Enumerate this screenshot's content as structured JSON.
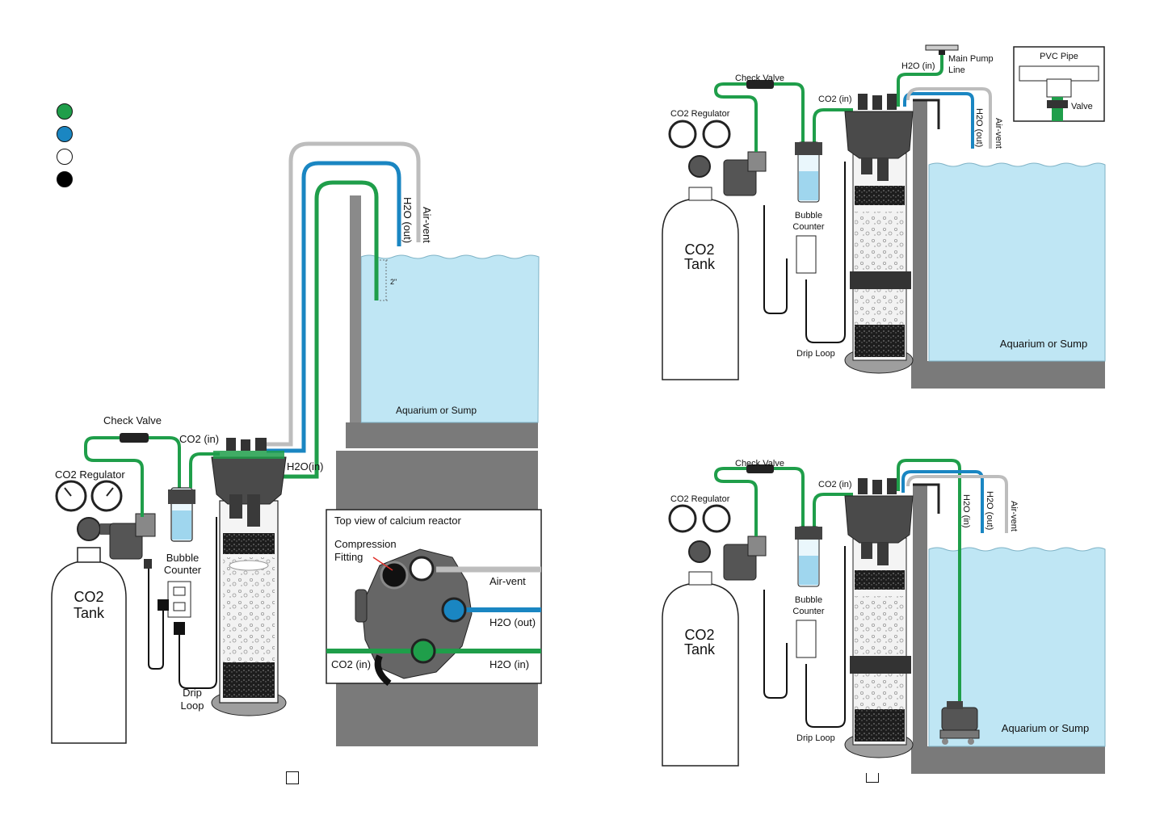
{
  "legend": {
    "colors": [
      "#1f9e4a",
      "#1a86c2",
      "#ffffff",
      "#000000"
    ]
  },
  "colors": {
    "co2_line": "#1f9e4a",
    "water_line": "#1a86c2",
    "airvent_line": "#bdbdbd",
    "drain_black": "#111111",
    "water_fill": "#bfe6f4",
    "stand_gray": "#7a7a7a"
  },
  "panel_left": {
    "check_valve": "Check Valve",
    "co2_in": "CO2 (in)",
    "co2_regulator": "CO2 Regulator",
    "bubble_counter": [
      "Bubble",
      "Counter"
    ],
    "drip_loop": [
      "Drip",
      "Loop"
    ],
    "co2_tank": [
      "CO2",
      "Tank"
    ],
    "h2o_in": "H2O(in)",
    "h2o_out": "H2O (out)",
    "air_vent": "Air-vent",
    "depth_mark": "2\"",
    "aquarium": "Aquarium or Sump",
    "inset": {
      "title": "Top view of calcium reactor",
      "compression_fitting": [
        "Compression",
        "Fitting"
      ],
      "air_vent": "Air-vent",
      "h2o_out": "H2O (out)",
      "co2_in": "CO2 (in)",
      "h2o_in": "H2O (in)"
    }
  },
  "panel_top_right": {
    "check_valve": "Check Valve",
    "co2_regulator": "CO2 Regulator",
    "co2_in": "CO2 (in)",
    "h2o_in": "H2O (in)",
    "main_pump_line": [
      "Main Pump",
      "Line"
    ],
    "h2o_out": "H2O (out)",
    "air_vent": "Air-vent",
    "bubble_counter": [
      "Bubble",
      "Counter"
    ],
    "co2_tank": [
      "CO2",
      "Tank"
    ],
    "drip_loop": "Drip Loop",
    "aquarium": "Aquarium or Sump",
    "pvc_inset": {
      "title": "PVC Pipe",
      "valve": "Valve"
    }
  },
  "panel_bottom_right": {
    "check_valve": "Check Valve",
    "co2_regulator": "CO2 Regulator",
    "co2_in": "CO2 (in)",
    "h2o_in": "H2O (in)",
    "h2o_out": "H2O (out)",
    "air_vent": "Air-vent",
    "bubble_counter": [
      "Bubble",
      "Counter"
    ],
    "co2_tank": [
      "CO2",
      "Tank"
    ],
    "drip_loop": "Drip Loop",
    "aquarium": "Aquarium or Sump"
  }
}
